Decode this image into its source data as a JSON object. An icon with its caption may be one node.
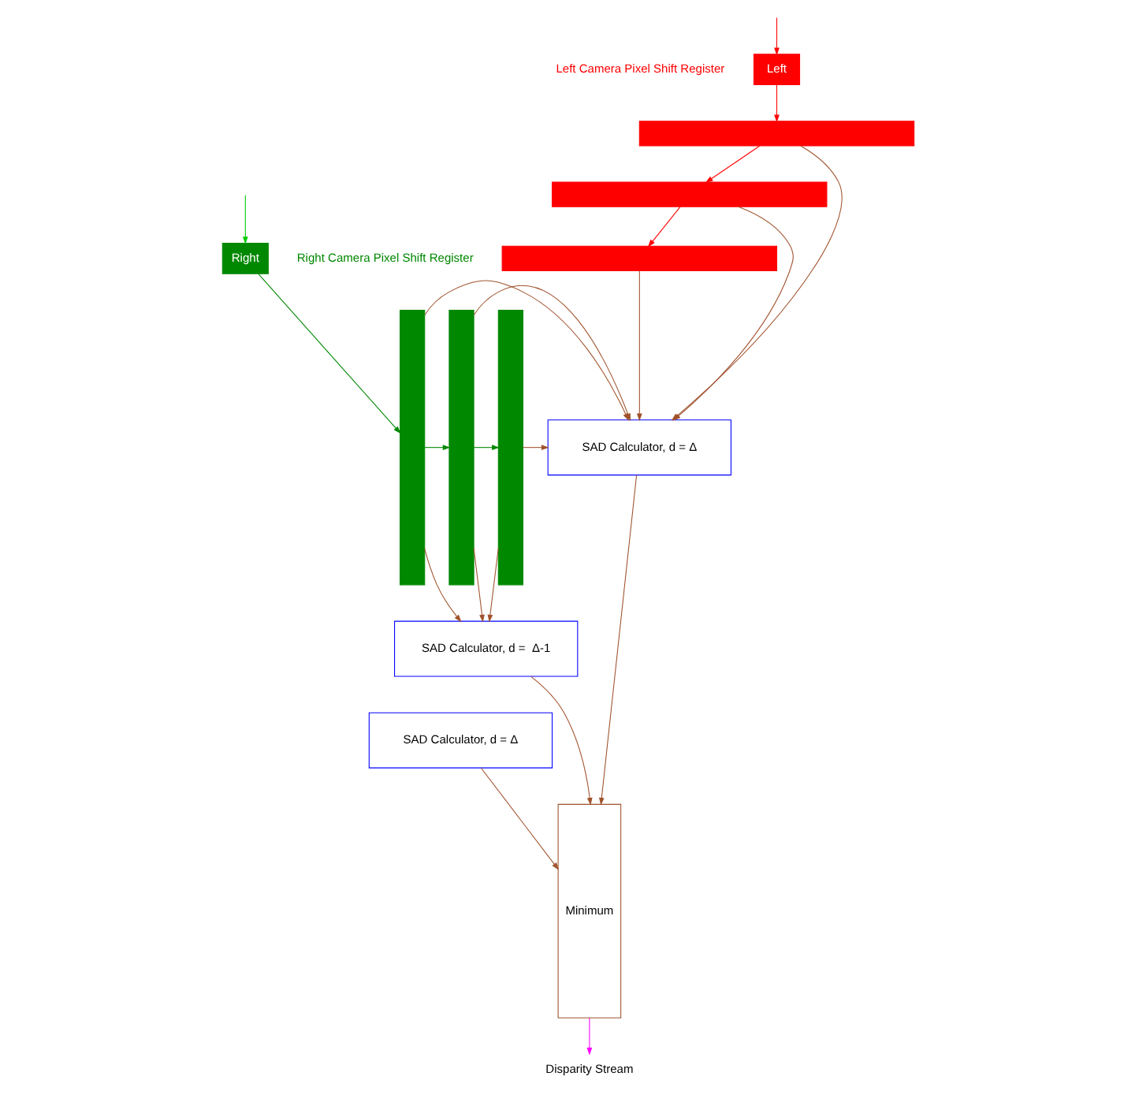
{
  "diagram": {
    "nodes": [
      {
        "text": [
          "Left"
        ]
      },
      {
        "text": [
          "Right"
        ]
      },
      {
        "text": [],
        "shape": "bar"
      },
      {
        "text": [],
        "shape": "bar"
      },
      {
        "text": [],
        "shape": "bar"
      },
      {
        "text": [],
        "shape": "bar"
      },
      {
        "text": [],
        "shape": "bar"
      },
      {
        "text": [],
        "shape": "bar"
      },
      {
        "text": [
          "SAD Calculator, d = Δ"
        ]
      },
      {
        "text": [
          "SAD Calculator, d =  Δ-1"
        ]
      },
      {
        "text": [
          "SAD Calculator, d = Δ"
        ]
      },
      {
        "text": [
          "Minimum"
        ]
      },
      {
        "text": [
          "Disparity Stream"
        ]
      }
    ],
    "edges": [
      {
        "from": null,
        "to": 0,
        "arrow": "to",
        "color": "#ff0000"
      },
      {
        "from": null,
        "to": 1,
        "arrow": "to",
        "color": "#00cc00"
      },
      {
        "from": 0,
        "to": 2,
        "arrow": "to",
        "color": "#ff0000"
      },
      {
        "from": 2,
        "to": 3,
        "arrow": "to",
        "color": "#ff0000"
      },
      {
        "from": 3,
        "to": 4,
        "arrow": "to",
        "color": "#ff0000"
      },
      {
        "from": 1,
        "to": 5,
        "arrow": "to",
        "color": "#008800"
      },
      {
        "from": 5,
        "to": 6,
        "arrow": "to",
        "color": "#008800"
      },
      {
        "from": 6,
        "to": 7,
        "arrow": "to",
        "color": "#008800"
      },
      {
        "from": 2,
        "to": 8,
        "arrow": "to"
      },
      {
        "from": 3,
        "to": 8,
        "arrow": "to"
      },
      {
        "from": 4,
        "to": 8,
        "arrow": "to"
      },
      {
        "from": 5,
        "to": 8,
        "arrow": "to"
      },
      {
        "from": 6,
        "to": 8,
        "arrow": "to"
      },
      {
        "from": 7,
        "to": 8,
        "arrow": "to"
      },
      {
        "from": 5,
        "to": 9,
        "arrow": "to"
      },
      {
        "from": 6,
        "to": 9,
        "arrow": "to"
      },
      {
        "from": 7,
        "to": 9,
        "arrow": "to"
      },
      {
        "from": 8,
        "to": 11,
        "arrow": "to"
      },
      {
        "from": 9,
        "to": 11,
        "arrow": "to"
      },
      {
        "from": 10,
        "to": 11,
        "arrow": "to"
      },
      {
        "from": 11,
        "to": 12,
        "arrow": "to",
        "color": "#ff00ff"
      }
    ],
    "labels": [
      "Left Camera Pixel Shift Register",
      "Right Camera Pixel Shift Register"
    ]
  }
}
